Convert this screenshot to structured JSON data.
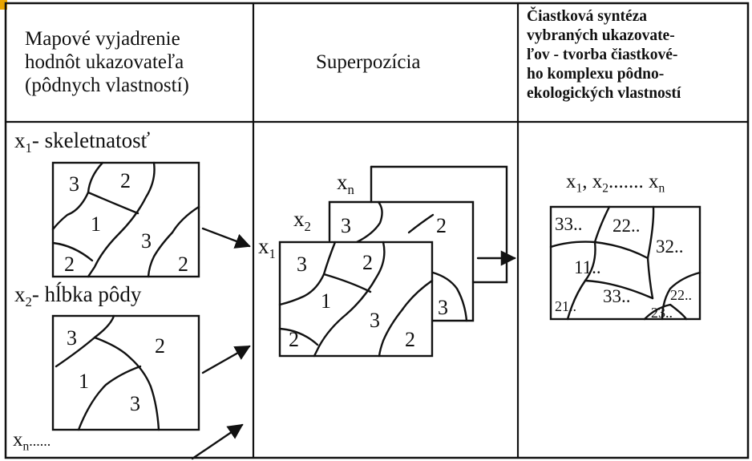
{
  "headers": {
    "col1": [
      "Mapové vyjadrenie",
      "hodnôt ukazovateľa",
      "(pôdnych vlastností)"
    ],
    "col2": "Superpozícia",
    "col3": [
      "Čiastková syntéza",
      "vybraných ukazovate-",
      "ľov - tvorba čiastkové-",
      "ho komplexu pôdno-",
      "ekologických vlastností"
    ]
  },
  "column1": {
    "map1": {
      "var": "x",
      "sub": "1",
      "name": "- skeletnatosť",
      "regions": [
        "3",
        "2",
        "1",
        "3",
        "2",
        "2"
      ]
    },
    "map2": {
      "var": "x",
      "sub": "2",
      "name": "- hĺbka pôdy",
      "regions": [
        "3",
        "2",
        "1",
        "3"
      ]
    },
    "mapn": {
      "var": "x",
      "sub": "n",
      "name": "......"
    }
  },
  "column2": {
    "layer_n": {
      "var": "x",
      "sub": "n"
    },
    "layer_2": {
      "var": "x",
      "sub": "2",
      "regions": [
        "3",
        "2",
        "3"
      ]
    },
    "layer_1": {
      "var": "x",
      "sub": "1",
      "regions": [
        "3",
        "2",
        "1",
        "3",
        "2",
        "2"
      ]
    }
  },
  "column3": {
    "label": {
      "v1": "x",
      "s1": "1",
      "sep1": ", ",
      "v2": "x",
      "s2": "2",
      "dots": "....... ",
      "v3": "x",
      "s3": "n"
    },
    "regions": [
      "33..",
      "22..",
      "32..",
      "11..",
      "33..",
      "22..",
      "21..",
      "23.."
    ]
  }
}
